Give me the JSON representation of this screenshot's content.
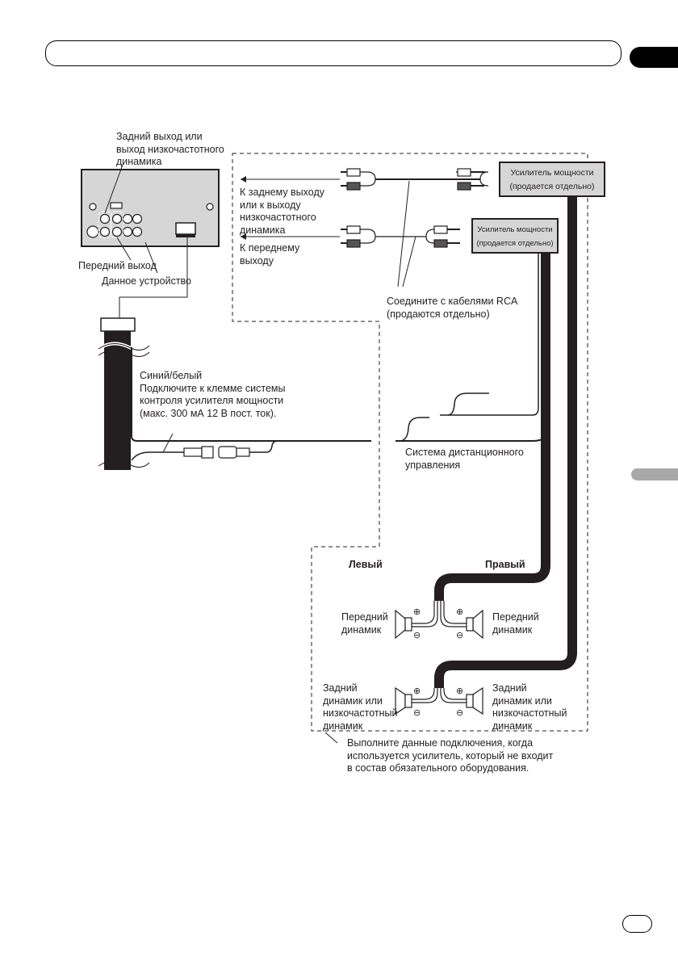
{
  "page": {
    "header_title": "",
    "section_tab_color": "#000000",
    "side_tab_color": "#a8a8a8",
    "page_number": ""
  },
  "head_unit": {
    "rear_output_label": [
      "Задний выход или",
      "выход низкочастотного",
      "динамика"
    ],
    "front_output_label": "Передний выход",
    "unit_label": "Данное устройство"
  },
  "rca": {
    "rear_dest_label": [
      "К заднему выходу",
      "или к выходу",
      "низкочастотного",
      "динамика"
    ],
    "front_dest_label": [
      "К переднему",
      "выходу"
    ],
    "cables_note": [
      "Соедините с кабелями RCA",
      "(продаются отдельно)"
    ]
  },
  "amplifiers": [
    {
      "line1": "Усилитель мощности",
      "line2": "(продается отдельно)"
    },
    {
      "line1": "Усилитель мощности",
      "line2": "(продается отдельно)"
    }
  ],
  "wiring": {
    "remote_wire_label": [
      "Синий/белый",
      "Подключите к клемме системы",
      "контроля усилителя мощности",
      "(макс. 300 мА 12 В пост. ток)."
    ],
    "remote_system_label": [
      "Система дистанционного",
      "управления"
    ]
  },
  "speakers": {
    "left_label": "Левый",
    "right_label": "Правый",
    "front_left": [
      "Передний",
      "динамик"
    ],
    "front_right": [
      "Передний",
      "динамик"
    ],
    "rear_left": [
      "Задний",
      "динамик или",
      "низкочастотный",
      "динамик"
    ],
    "rear_right": [
      "Задний",
      "динамик или",
      "низкочастотный",
      "динамик"
    ],
    "plus_symbol": "⊕",
    "minus_symbol": "⊖"
  },
  "footnote": [
    "Выполните данные подключения, когда",
    "используется усилитель, который не входит",
    "в состав обязательного оборудования."
  ]
}
